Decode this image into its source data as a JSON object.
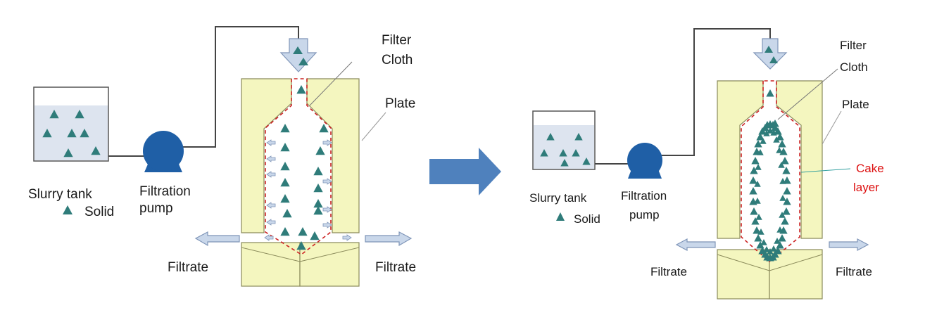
{
  "colors": {
    "tank_fill": "#dde4ef",
    "tank_stroke": "#555555",
    "solid": "#2f7c7a",
    "pump": "#1f5fa6",
    "plate_fill": "#f4f6bf",
    "plate_stroke": "#8a8a5a",
    "chamber_outline": "#cc2222",
    "flow_arrow_fill": "#c9d7ea",
    "flow_arrow_stroke": "#7f95b8",
    "big_arrow": "#4f81bd",
    "cake_label": "#dd1111"
  },
  "icons": {
    "solid": "triangle",
    "pump": "pump-circle",
    "transition": "right-arrow"
  },
  "left": {
    "slurry_tank": "Slurry tank",
    "solid_legend": "Solid",
    "pump_label_1": "Filtration",
    "pump_label_2": "pump",
    "filter_cloth_1": "Filter",
    "filter_cloth_2": "Cloth",
    "plate": "Plate",
    "filtrate_left": "Filtrate",
    "filtrate_right": "Filtrate"
  },
  "right": {
    "slurry_tank": "Slurry tank",
    "solid_legend": "Solid",
    "pump_label_1": "Filtration",
    "pump_label_2": "pump",
    "filter_cloth_1": "Filter",
    "filter_cloth_2": "Cloth",
    "plate": "Plate",
    "cake_1": "Cake",
    "cake_2": "layer",
    "filtrate_left": "Filtrate",
    "filtrate_right": "Filtrate"
  }
}
